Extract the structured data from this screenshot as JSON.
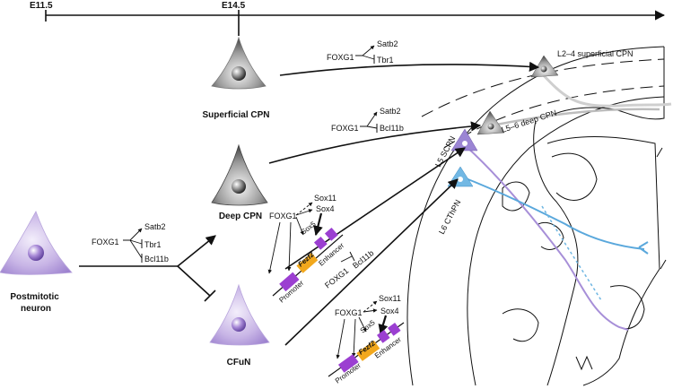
{
  "timeline": {
    "start_label": "E11.5",
    "mid_label": "E14.5"
  },
  "cells": {
    "postmitotic": "Postmitotic\nneuron",
    "deep_cpn": "Deep CPN",
    "superficial_cpn": "Superficial CPN",
    "cfun": "CFuN"
  },
  "regulation": {
    "postmitotic": {
      "tf": "FOXG1",
      "targets": [
        "Satb2",
        "Tbr1",
        "Bcl11b"
      ]
    },
    "superficial": {
      "tf": "FOXG1",
      "targets": [
        "Satb2",
        "Tbr1"
      ]
    },
    "deep": {
      "tf": "FOXG1",
      "targets": [
        "Satb2",
        "Bcl11b"
      ]
    },
    "upper_cassette": {
      "tf": "FOXG1",
      "factors": [
        "Sox11",
        "Sox4",
        "Sox5"
      ],
      "gene": "Fezf2",
      "promoter": "Promoter",
      "enhancer": "Enhancer"
    },
    "lower_cassette": {
      "tf": "FOXG1",
      "link_tf": "FOXG1",
      "link_target": "Bcl11b",
      "factors": [
        "Sox11",
        "Sox4",
        "Sox5"
      ],
      "gene": "Fezf2",
      "promoter": "Promoter",
      "enhancer": "Enhancer"
    }
  },
  "brain_labels": {
    "l2_4": "L2–4 superficial CPN",
    "l5_6": "L5–6 deep CPN",
    "l5_scpn": "L5 SCPN",
    "l6_cthpn": "L6 CThPN"
  },
  "colors": {
    "purple": "#8a6fc3",
    "purple_light": "#d9cdef",
    "gray_dark": "#3a3a3a",
    "gray_light": "#d8d8d8",
    "blue": "#5aa8dc",
    "promoter": "#9b3fd1",
    "gene_box": "#f2a81d"
  }
}
